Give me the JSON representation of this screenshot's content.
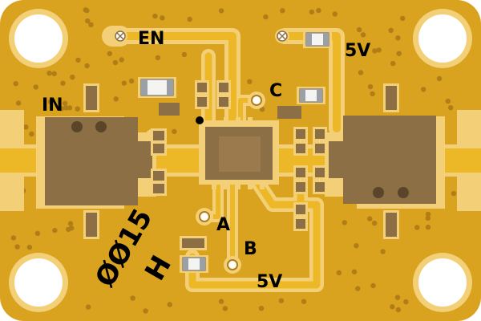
{
  "board": {
    "colors": {
      "substrate": "#d9a21f",
      "trace": "#edb827",
      "outline": "#f3d078",
      "gap": "#c78f13",
      "pad": "#8c6f44",
      "pad_light": "#9b7a4e",
      "via": "#b07d16",
      "silk": "#000000",
      "white": "#ffffff",
      "hole": "#ffffff",
      "component_gray": "#9aa0a6",
      "component_white": "#f4f4f2",
      "component_dark": "#5c5c5c"
    },
    "labels": {
      "en": "EN",
      "five_v_top": "5V",
      "in": "IN",
      "c": "C",
      "a": "A",
      "b": "B",
      "five_v_bottom": "5V",
      "part_number": "ØØ15",
      "revision": "H"
    }
  }
}
